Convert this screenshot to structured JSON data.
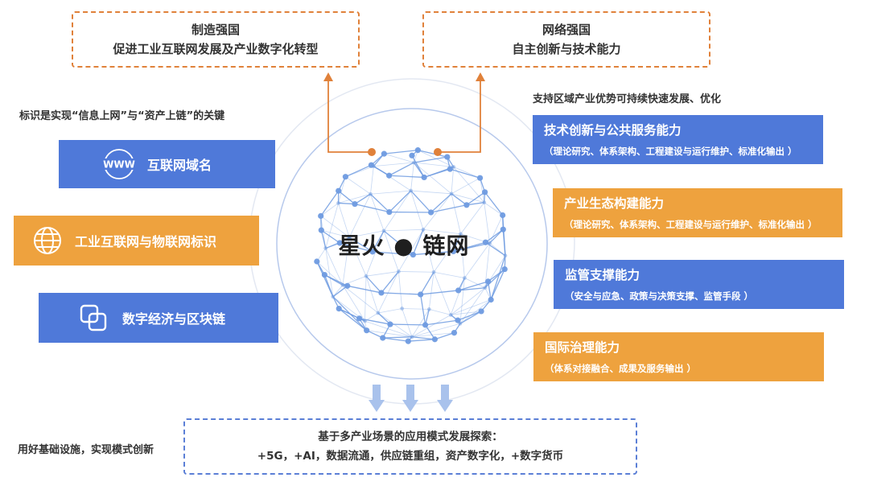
{
  "top_left": {
    "line1": "制造强国",
    "line2": "促进工业互联网发展及产业数字化转型"
  },
  "top_right": {
    "line1": "网络强国",
    "line2": "自主创新与技术能力"
  },
  "left_note": "标识是实现“信息上网”与“资产上链”的关键",
  "right_note": "支持区域产业优势可持续快速发展、优化",
  "bottom_note": "用好基础设施，实现模式创新",
  "left_items": [
    {
      "label": "互联网域名",
      "icon": "www-icon",
      "icon_text": "WWW"
    },
    {
      "label": "工业互联网与物联网标识",
      "icon": "globe-icon"
    },
    {
      "label": "数字经济与区块链",
      "icon": "linked-squares-icon"
    }
  ],
  "center_title": "星火 ● 链网",
  "right_items": [
    {
      "title": "技术创新与公共服务能力",
      "sub": "（理论研究、体系架构、工程建设与运行维护、标准化输出 ）"
    },
    {
      "title": "产业生态构建能力",
      "sub": "（理论研究、体系架构、工程建设与运行维护、标准化输出 ）"
    },
    {
      "title": "监管支撑能力",
      "sub": "（安全与应急、政策与决策支撑、监管手段 ）"
    },
    {
      "title": "国际治理能力",
      "sub": "（体系对接融合、成果及服务输出 ）"
    }
  ],
  "bottom_box": {
    "line1": "基于多产业场景的应用模式发展探索：",
    "line2": "+5G，+AI，数据流通，供应链重组，资产数字化，+数字货币"
  },
  "colors": {
    "blue": "#4f79d9",
    "orange": "#eea23e",
    "dash_orange": "#e0813a",
    "dash_blue": "#5b7fd6",
    "network": "#6f9be0"
  }
}
